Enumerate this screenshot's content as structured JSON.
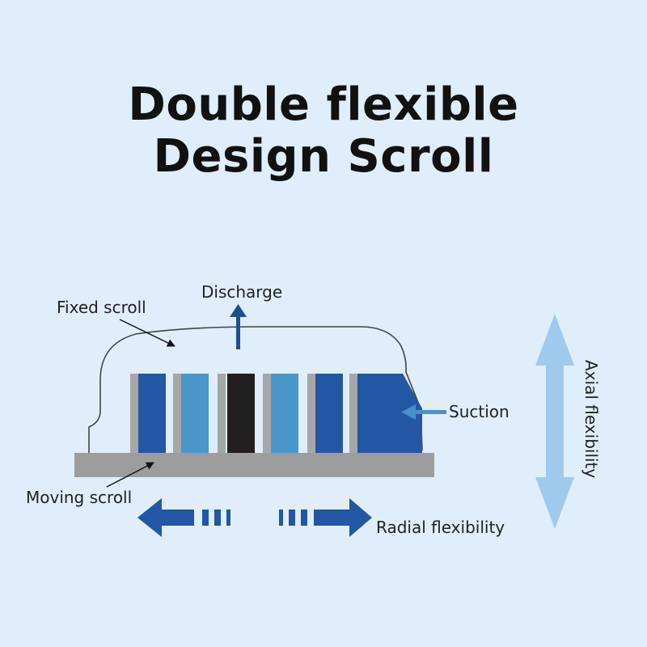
{
  "title": {
    "line1": "Double flexible",
    "line2": "Design Scroll"
  },
  "labels": {
    "fixed_scroll": "Fixed scroll",
    "discharge": "Discharge",
    "suction": "Suction",
    "moving_scroll": "Moving scroll",
    "radial_flexibility": "Radial flexibility",
    "axial_flexibility": "Axial flexibility"
  },
  "colors": {
    "background": "#dfeefa",
    "dark_blue": "#2357a4",
    "light_blue": "#4a97cc",
    "black_bar": "#231f20",
    "gray_plate": "#9d9d9d",
    "axial_arrow": "#9fcaee"
  }
}
